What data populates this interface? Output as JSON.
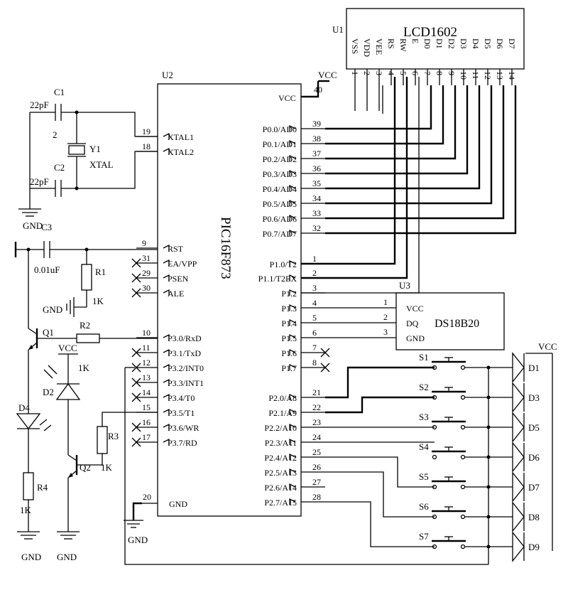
{
  "lcd": {
    "ref": "U1",
    "name": "LCD1602",
    "pin_names": [
      "VSS",
      "VDD",
      "VEE",
      "RS",
      "RW",
      "E",
      "D0",
      "D1",
      "D2",
      "D3",
      "D4",
      "D5",
      "D6",
      "D7"
    ],
    "pin_numbers": [
      "1",
      "2",
      "3",
      "4",
      "5",
      "6",
      "7",
      "8",
      "9",
      "10",
      "11",
      "12",
      "13",
      "14"
    ]
  },
  "vcc": "VCC",
  "gnd": "GND",
  "mcu": {
    "ref": "U2",
    "name": "PIC16F873",
    "vcc_label": "VCC",
    "vcc_pin": "40",
    "gnd_label": "GND",
    "gnd_pin": "20",
    "left_pins": [
      {
        "num": "19",
        "name": "XTAL1"
      },
      {
        "num": "18",
        "name": "XTAL2"
      },
      {
        "num": "9",
        "name": "RST"
      },
      {
        "num": "31",
        "name": "EA/VPP"
      },
      {
        "num": "29",
        "name": "PSEN"
      },
      {
        "num": "30",
        "name": "ALE"
      },
      {
        "num": "10",
        "name": "P3.0/RxD"
      },
      {
        "num": "11",
        "name": "P3.1/TxD"
      },
      {
        "num": "12",
        "name": "P3.2/INT0"
      },
      {
        "num": "13",
        "name": "P3.3/INT1"
      },
      {
        "num": "14",
        "name": "P3.4/T0"
      },
      {
        "num": "15",
        "name": "P3.5/T1"
      },
      {
        "num": "16",
        "name": "P3.6/WR"
      },
      {
        "num": "17",
        "name": "P3.7/RD"
      }
    ],
    "right_pins": [
      {
        "num": "39",
        "name": "P0.0/AD0"
      },
      {
        "num": "38",
        "name": "P0.1/AD1"
      },
      {
        "num": "37",
        "name": "P0.2/AD2"
      },
      {
        "num": "36",
        "name": "P0.3/AD3"
      },
      {
        "num": "35",
        "name": "P0.4/AD4"
      },
      {
        "num": "34",
        "name": "P0.5/AD5"
      },
      {
        "num": "33",
        "name": "P0.6/AD6"
      },
      {
        "num": "32",
        "name": "P0.7/AD7"
      },
      {
        "num": "1",
        "name": "P1.0/T2"
      },
      {
        "num": "2",
        "name": "P1.1/T2EX"
      },
      {
        "num": "3",
        "name": "P1.2"
      },
      {
        "num": "4",
        "name": "P1.3"
      },
      {
        "num": "5",
        "name": "P1.4"
      },
      {
        "num": "6",
        "name": "P1.5"
      },
      {
        "num": "7",
        "name": "P1.6"
      },
      {
        "num": "8",
        "name": "P1.7"
      },
      {
        "num": "21",
        "name": "P2.0/A8"
      },
      {
        "num": "22",
        "name": "P2.1/A9"
      },
      {
        "num": "23",
        "name": "P2.2/A10"
      },
      {
        "num": "24",
        "name": "P2.3/A11"
      },
      {
        "num": "25",
        "name": "P2.4/A12"
      },
      {
        "num": "26",
        "name": "P2.5/A13"
      },
      {
        "num": "27",
        "name": "P2.6/A14"
      },
      {
        "num": "28",
        "name": "P2.7/A15"
      }
    ]
  },
  "sensor": {
    "ref": "U3",
    "name": "DS18B20",
    "pins": [
      {
        "num": "1",
        "name": "VCC"
      },
      {
        "num": "2",
        "name": "DQ"
      },
      {
        "num": "3",
        "name": "GND"
      }
    ]
  },
  "crystal": {
    "ref": "Y1",
    "value": "XTAL"
  },
  "c1": {
    "ref": "C1",
    "value": "22pF",
    "node": "2"
  },
  "c2": {
    "ref": "C2",
    "value": "22pF"
  },
  "c3": {
    "ref": "C3",
    "value": "0.01uF"
  },
  "r1": {
    "ref": "R1",
    "value": "1K"
  },
  "r2": {
    "ref": "R2",
    "value": "1K"
  },
  "r3": {
    "ref": "R3",
    "value": "1K"
  },
  "r4": {
    "ref": "R4",
    "value": "1K"
  },
  "q1": {
    "ref": "Q1"
  },
  "q2": {
    "ref": "Q2"
  },
  "d2": {
    "ref": "D2"
  },
  "d4": {
    "ref": "D4"
  },
  "switches": [
    "S1",
    "S2",
    "S3",
    "S4",
    "S5",
    "S6",
    "S7"
  ],
  "diodes": [
    "D1",
    "D3",
    "D5",
    "D6",
    "D7",
    "D8",
    "D9"
  ]
}
